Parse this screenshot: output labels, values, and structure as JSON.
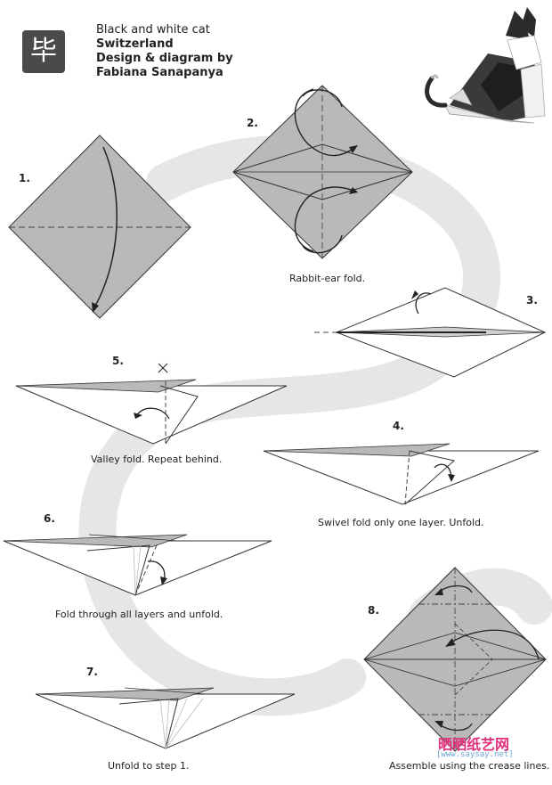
{
  "header": {
    "line1": "Black and white cat",
    "line2": "Switzerland",
    "line3": "Design & diagram by",
    "line4": "Fabiana Sanapanya",
    "logo_glyph": "毕"
  },
  "steps": [
    {
      "num": "1.",
      "caption": ""
    },
    {
      "num": "2.",
      "caption": "Rabbit-ear fold."
    },
    {
      "num": "3.",
      "caption": ""
    },
    {
      "num": "4.",
      "caption": "Swivel fold only one layer. Unfold."
    },
    {
      "num": "5.",
      "caption": "Valley fold. Repeat behind."
    },
    {
      "num": "6.",
      "caption": "Fold through all layers and unfold."
    },
    {
      "num": "7.",
      "caption": "Unfold to step 1."
    },
    {
      "num": "8.",
      "caption": "Assemble using the crease lines."
    }
  ],
  "watermark": {
    "text": "晒晒纸艺网",
    "url": "[www.saysay.net]"
  },
  "colors": {
    "paper_gray": "#b9b9b9",
    "background_swirl": "#e6e6e6",
    "line": "#222222",
    "watermark": "#e0307a"
  }
}
